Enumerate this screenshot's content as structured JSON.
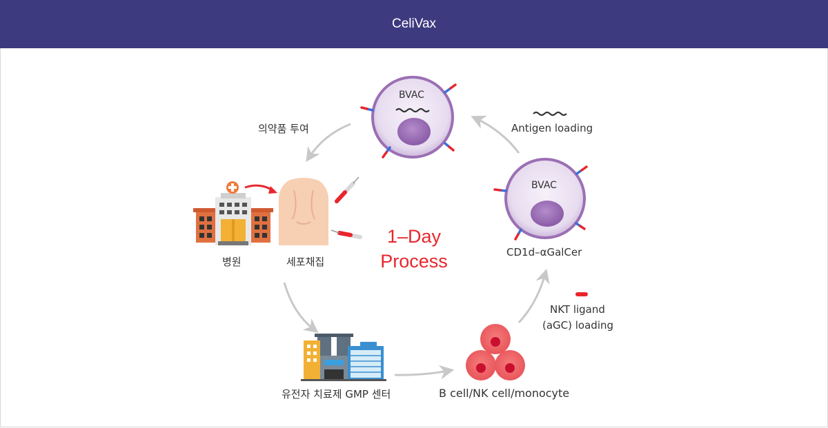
{
  "header": {
    "title": "CeliVax"
  },
  "diagram": {
    "step_dosing": "의약품 투여",
    "hospital": "병원",
    "cell_collection": "세포채집",
    "process_line1": "1–Day",
    "process_line2": "Process",
    "gmp_center": "유전자 치료제 GMP 센터",
    "cells": "B cell/NK cell/monocyte",
    "nkt_line1": "NKT ligand",
    "nkt_line2": "(aGC) loading",
    "cd1d": "CD1d–αGalCer",
    "antigen": "Antigen loading",
    "bvac_top": "BVAC",
    "bvac_right": "BVAC"
  },
  "colors": {
    "header_bg": "#3e3a80",
    "accent_red": "#e8262c",
    "cell_purple": "#9b6fb4",
    "arrow_gray": "#c8c8c8"
  },
  "icons": [
    "bvac-cell-icon",
    "hospital-icon",
    "human-torso-icon",
    "syringe-icon",
    "factory-icon",
    "red-cells-icon",
    "wavy-antigen-icon",
    "ligand-bar-icon"
  ]
}
